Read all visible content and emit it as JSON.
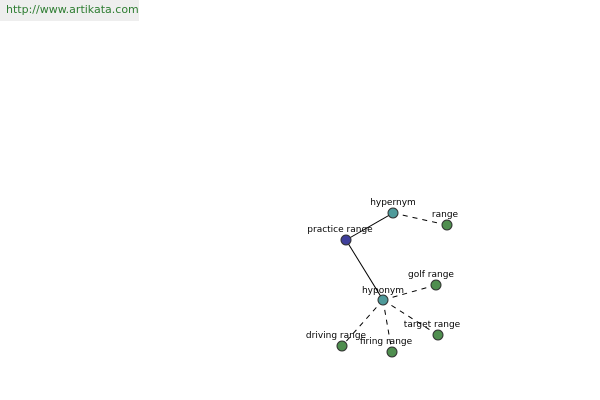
{
  "header": {
    "url_text": "http://www.artikata.com"
  },
  "diagram": {
    "nodes": [
      {
        "id": "practice",
        "label": "practice range",
        "color": "#3f3f9b"
      },
      {
        "id": "hypernym",
        "label": "hypernym",
        "color": "#4f9a9a"
      },
      {
        "id": "range",
        "label": "range",
        "color": "#4f8e4f"
      },
      {
        "id": "hyponym",
        "label": "hyponym",
        "color": "#4f9a9a"
      },
      {
        "id": "golf",
        "label": "golf range",
        "color": "#4f8e4f"
      },
      {
        "id": "target",
        "label": "target range",
        "color": "#4f8e4f"
      },
      {
        "id": "firing",
        "label": "firing range",
        "color": "#4f8e4f"
      },
      {
        "id": "driving",
        "label": "driving range",
        "color": "#4f8e4f"
      }
    ],
    "edges": [
      {
        "from": "practice",
        "to": "hypernym",
        "style": "solid"
      },
      {
        "from": "hypernym",
        "to": "range",
        "style": "dashed"
      },
      {
        "from": "practice",
        "to": "hyponym",
        "style": "solid"
      },
      {
        "from": "hyponym",
        "to": "golf",
        "style": "dashed"
      },
      {
        "from": "hyponym",
        "to": "target",
        "style": "dashed"
      },
      {
        "from": "hyponym",
        "to": "firing",
        "style": "dashed"
      },
      {
        "from": "hyponym",
        "to": "driving",
        "style": "dashed"
      }
    ]
  }
}
